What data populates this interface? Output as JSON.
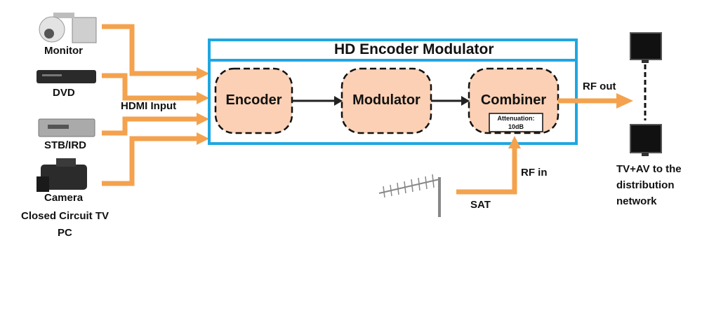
{
  "title": "HD Encoder Modulator",
  "sources": {
    "monitor": "Monitor",
    "dvd": "DVD",
    "stb": "STB/IRD",
    "camera": "Camera",
    "cctv": "Closed Circuit TV",
    "pc": "PC"
  },
  "hdmi_input": "HDMI Input",
  "blocks": {
    "encoder": "Encoder",
    "modulator": "Modulator",
    "combiner": "Combiner"
  },
  "attenuation": {
    "label": "Attenuation:",
    "value": "10dB"
  },
  "rf_out": "RF out",
  "rf_in": "RF in",
  "sat": "SAT",
  "output": {
    "line1": "TV+AV to the",
    "line2": "distribution",
    "line3": "network"
  },
  "colors": {
    "frame": "#1ea7e1",
    "block_fill": "#fbd0b4",
    "arrow": "#f4a24e"
  }
}
